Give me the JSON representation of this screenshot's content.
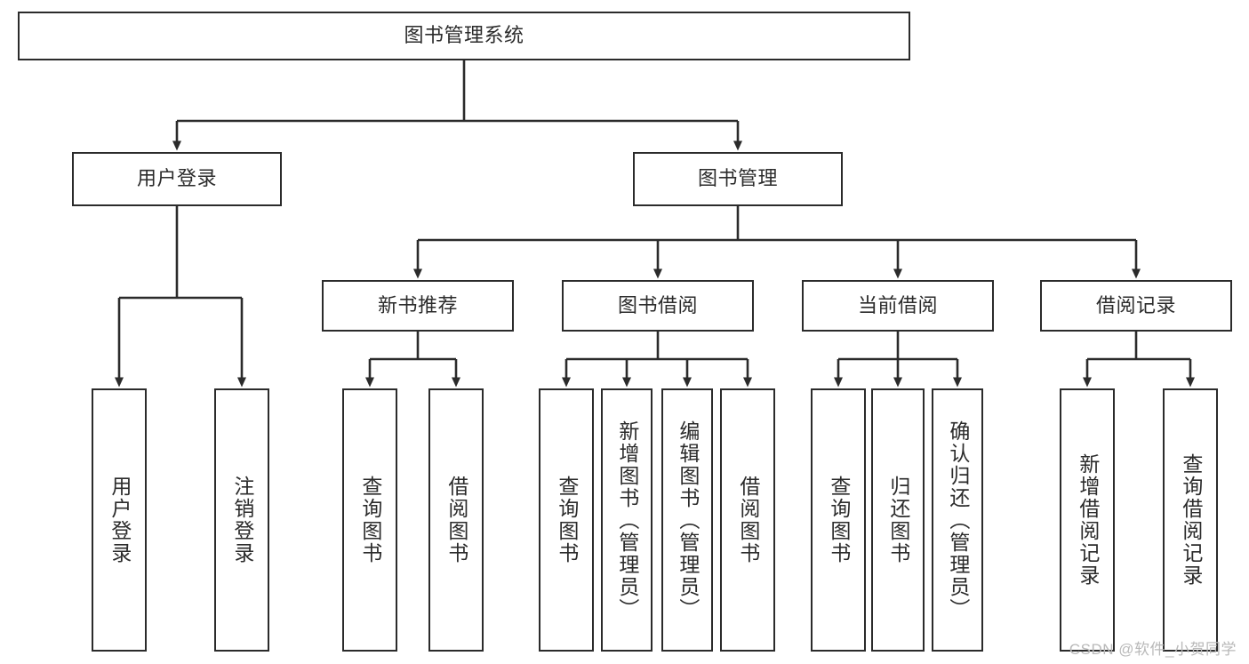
{
  "diagram": {
    "title_node": {
      "label": "图书管理系统"
    },
    "level2": [
      {
        "id": "user-login",
        "label": "用户登录"
      },
      {
        "id": "book-management",
        "label": "图书管理"
      }
    ],
    "level3": [
      {
        "id": "new-book-recommend",
        "label": "新书推荐"
      },
      {
        "id": "book-borrow",
        "label": "图书借阅"
      },
      {
        "id": "current-borrow",
        "label": "当前借阅"
      },
      {
        "id": "borrow-record",
        "label": "借阅记录"
      }
    ],
    "leaves": [
      {
        "id": "leaf-user-login",
        "label": "用户登录"
      },
      {
        "id": "leaf-logout-login",
        "label": "注销登录"
      },
      {
        "id": "leaf-query-book-1",
        "label": "查询图书"
      },
      {
        "id": "leaf-borrow-book-1",
        "label": "借阅图书"
      },
      {
        "id": "leaf-query-book-2",
        "label": "查询图书"
      },
      {
        "id": "leaf-add-book",
        "label": "新增图书（管理员）"
      },
      {
        "id": "leaf-edit-book",
        "label": "编辑图书（管理员）"
      },
      {
        "id": "leaf-borrow-book-2",
        "label": "借阅图书"
      },
      {
        "id": "leaf-query-book-3",
        "label": "查询图书"
      },
      {
        "id": "leaf-return-book",
        "label": "归还图书"
      },
      {
        "id": "leaf-confirm-return",
        "label": "确认归还（管理员）"
      },
      {
        "id": "leaf-add-borrow-record",
        "label": "新增借阅记录"
      },
      {
        "id": "leaf-query-borrow-record",
        "label": "查询借阅记录"
      }
    ],
    "colors": {
      "background": "#ffffff",
      "box_border": "#2b2b2b",
      "box_fill": "#ffffff",
      "connector": "#2b2b2b",
      "text": "#2b2b2b",
      "watermark": "#b9b9b9"
    }
  },
  "watermark": {
    "text": "CSDN @软件_小贺同学"
  }
}
